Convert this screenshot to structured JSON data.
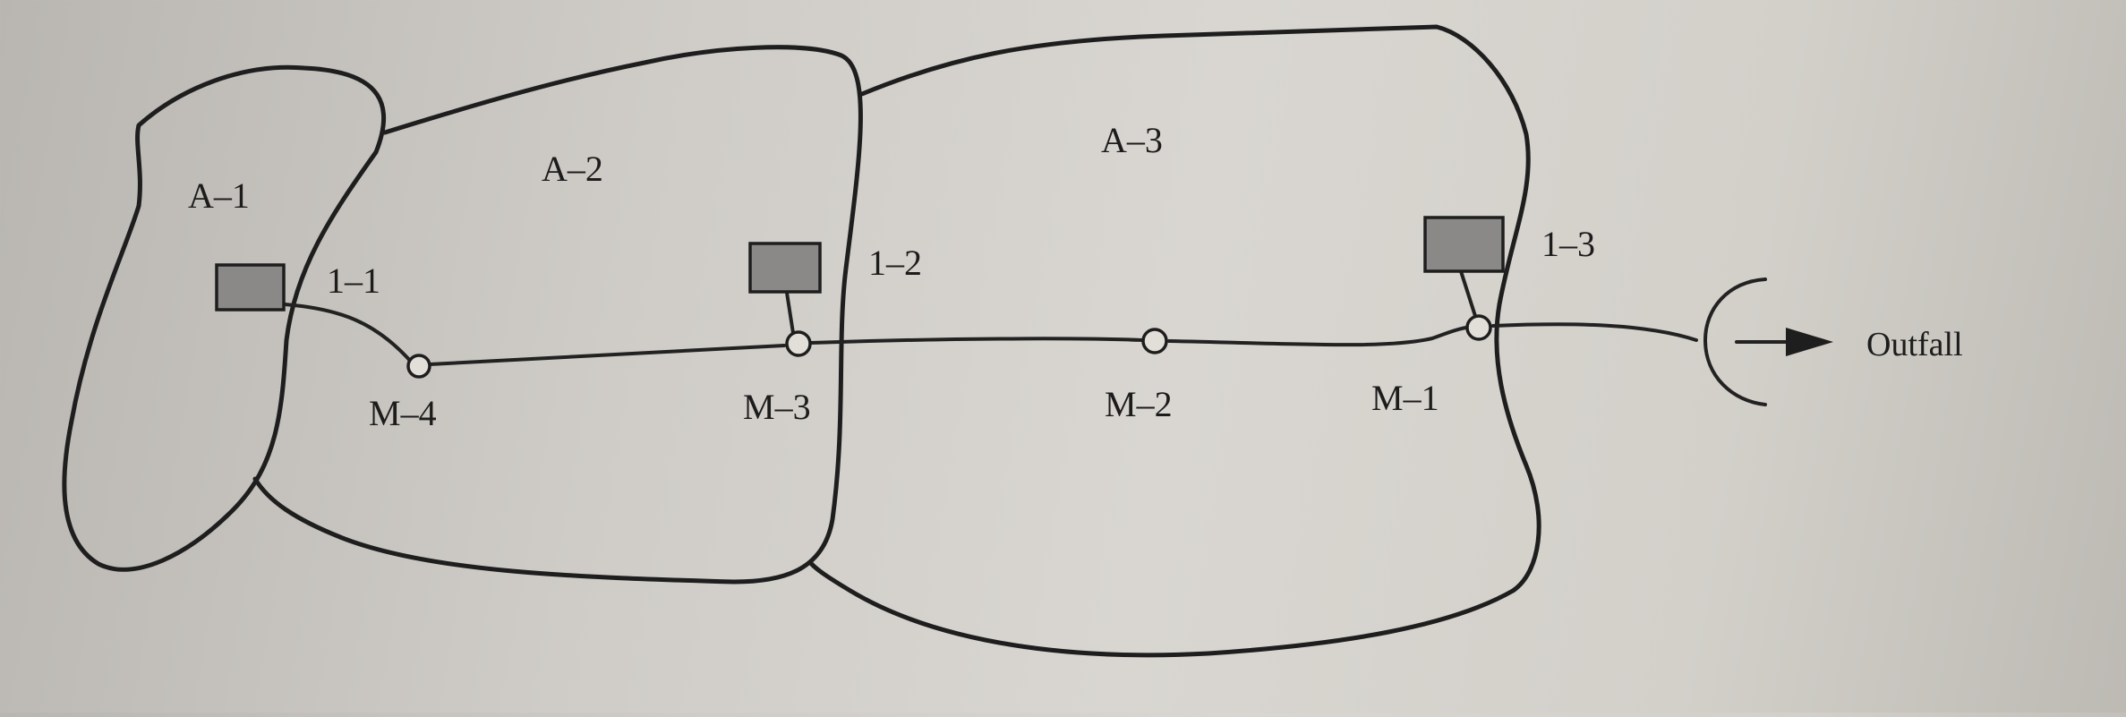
{
  "areas": {
    "a1": "A–1",
    "a2": "A–2",
    "a3": "A–3"
  },
  "inlets": {
    "i1": "1–1",
    "i2": "1–2",
    "i3": "1–3"
  },
  "manholes": {
    "m1": "M–1",
    "m2": "M–2",
    "m3": "M–3",
    "m4": "M–4"
  },
  "outfall": "Outfall"
}
